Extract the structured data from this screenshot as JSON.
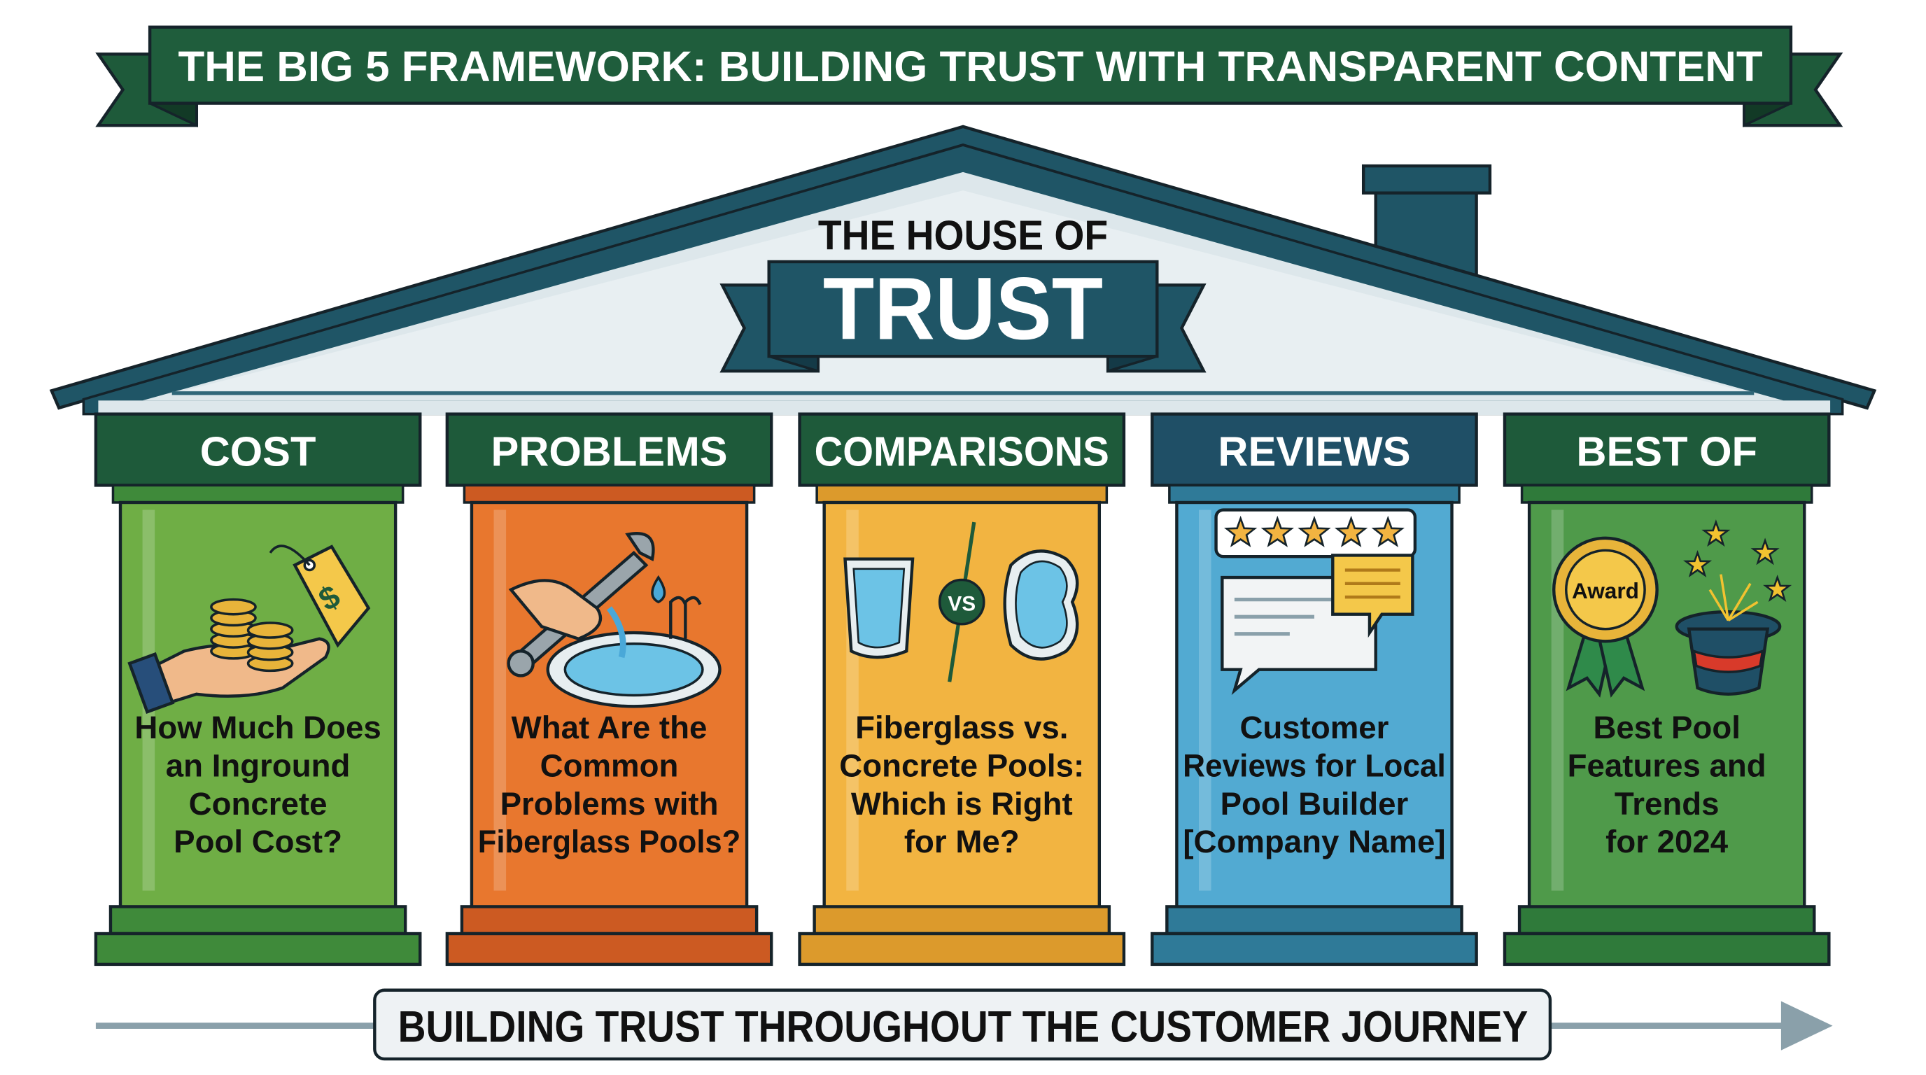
{
  "banner": {
    "title": "THE BIG 5 FRAMEWORK: BUILDING TRUST WITH TRANSPARENT CONTENT"
  },
  "house": {
    "heading_small": "THE HOUSE OF",
    "heading_large": "TRUST"
  },
  "colors": {
    "banner_green": "#1e5a3a",
    "roof_teal": "#1f5566",
    "gable_fill": "#dde7eb",
    "outline": "#15232a"
  },
  "pillars": [
    {
      "label": "COST",
      "lines": [
        "How Much Does",
        "an Inground",
        "Concrete",
        "Pool Cost?"
      ],
      "icon": "hand-coins-price-tag-icon",
      "header_color": "#1e5a3a",
      "shaft_color": "#6fae45",
      "base_color": "#3f8a3a",
      "badge": "$"
    },
    {
      "label": "PROBLEMS",
      "lines": [
        "What Are the",
        "Common",
        "Problems with",
        "Fiberglass Pools?"
      ],
      "icon": "wrench-leaking-pool-icon",
      "header_color": "#1e5a3a",
      "shaft_color": "#e8772e",
      "base_color": "#cc5a22",
      "badge": ""
    },
    {
      "label": "COMPARISONS",
      "lines": [
        "Fiberglass vs.",
        "Concrete Pools:",
        "Which is Right",
        "for Me?"
      ],
      "icon": "pool-versus-pool-icon",
      "header_color": "#1e5a3a",
      "shaft_color": "#f2b441",
      "base_color": "#dc9a2c",
      "badge": "VS"
    },
    {
      "label": "REVIEWS",
      "lines": [
        "Customer",
        "Reviews for Local",
        "Pool Builder",
        "[Company Name]"
      ],
      "icon": "star-rating-chat-bubbles-icon",
      "header_color": "#1f4f66",
      "shaft_color": "#52aad2",
      "base_color": "#2f7a98",
      "badge": ""
    },
    {
      "label": "BEST OF",
      "lines": [
        "Best Pool",
        "Features and",
        "Trends",
        "for 2024"
      ],
      "icon": "award-ribbon-magic-hat-icon",
      "header_color": "#1e5a3a",
      "shaft_color": "#4f9a4a",
      "base_color": "#2f7a3a",
      "badge": "Award"
    }
  ],
  "footer": {
    "journey_label": "BUILDING TRUST THROUGHOUT THE CUSTOMER JOURNEY",
    "arrow_icon": "arrow-right-icon"
  }
}
